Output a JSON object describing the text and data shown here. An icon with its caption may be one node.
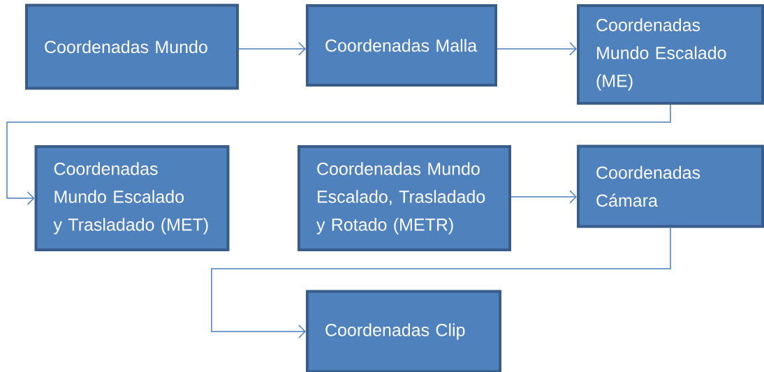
{
  "diagram": {
    "nodes": [
      {
        "text": [
          "Coordenadas Mundo"
        ]
      },
      {
        "text": [
          "Coordenadas Malla"
        ]
      },
      {
        "text": [
          "Coordenadas Mundo Escalado (ME)"
        ]
      },
      {
        "text": [
          "Coordenadas Mundo Escalado y Trasladado (MET)"
        ]
      },
      {
        "text": [
          "Coordenadas Mundo Escalado, Trasladado y Rotado (METR)"
        ]
      },
      {
        "text": [
          "Coordenadas Cámara"
        ]
      },
      {
        "text": [
          "Coordenadas Clip"
        ]
      }
    ],
    "edges": [
      {
        "from": 0,
        "to": 1,
        "arrow": "to"
      },
      {
        "from": 1,
        "to": 2,
        "arrow": "to"
      },
      {
        "from": 2,
        "to": 3,
        "arrow": "to"
      },
      {
        "from": 4,
        "to": 5,
        "arrow": "to"
      },
      {
        "from": 5,
        "to": 6,
        "arrow": "to"
      }
    ]
  }
}
